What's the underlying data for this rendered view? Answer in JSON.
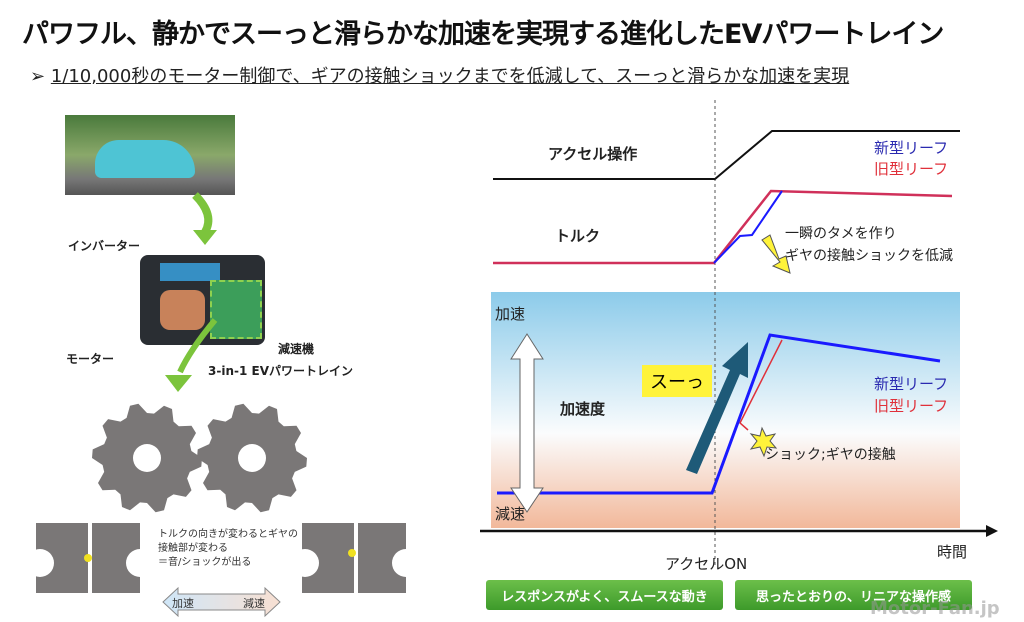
{
  "title": "パワフル、静かでスーっと滑らかな加速を実現する進化したEVパワートレイン",
  "subtitle": {
    "bullet": "➢",
    "text": "1/10,000秒のモーター制御で、ギアの接触ショックまでを低減して、スーっと滑らかな加速を実現"
  },
  "left": {
    "inverter": "インバーター",
    "motor": "モーター",
    "reducer": "減速機",
    "powertrain": "3-in-1 EVパワートレイン",
    "gear_note": [
      "トルクの向きが変わるとギヤの",
      "接触部が変わる",
      "＝音/ショックが出る"
    ],
    "accel": "加速",
    "decel": "減速"
  },
  "diagram": {
    "accel_op": "アクセル操作",
    "torque": "トルク",
    "new_leaf": "新型リーフ",
    "old_leaf": "旧型リーフ",
    "tame_note": [
      "一瞬のタメを作り",
      "ギヤの接触ショックを低減"
    ],
    "acceleration": "加速度",
    "accel_top": "加速",
    "decel_bottom": "減速",
    "suu": "スーっ",
    "shock": "ショック;ギヤの接触",
    "time": "時間",
    "accel_on": "アクセルON",
    "colors": {
      "new": "#1a1aff",
      "old": "#e0303a"
    }
  },
  "buttons": [
    "レスポンスがよく、スムースな動き",
    "思ったとおりの、リニアな操作感"
  ],
  "watermark": "Motor-Fan.jp"
}
